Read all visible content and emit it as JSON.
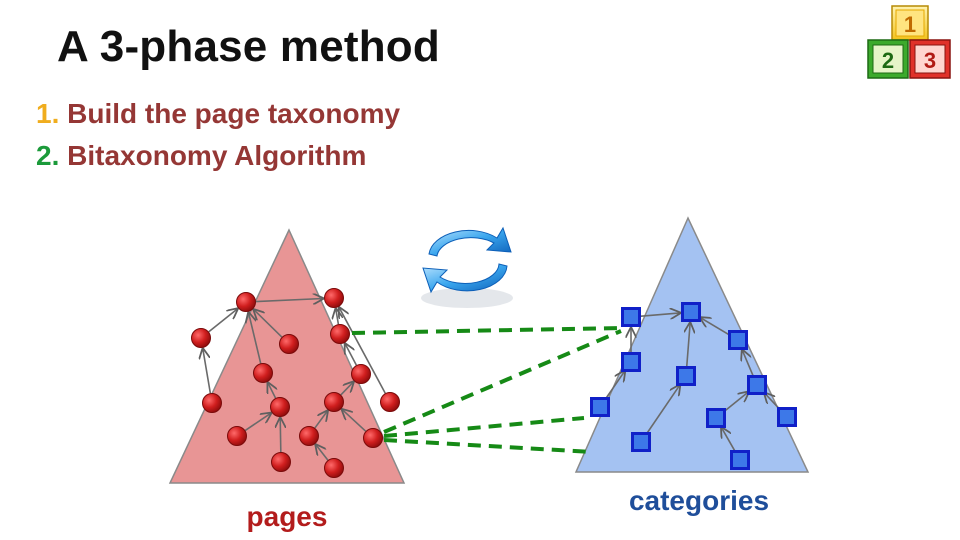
{
  "slide": {
    "title": "A 3-phase method",
    "items": [
      {
        "number": "1.",
        "text": "Build the page taxonomy",
        "number_color": "#f0ad1e"
      },
      {
        "number": "2.",
        "text": "Bitaxonomy Algorithm",
        "number_color": "#1b9a3a"
      }
    ]
  },
  "diagram": {
    "pages_label": "pages",
    "categories_label": "categories",
    "colors": {
      "pages_triangle": "#e89595",
      "page_node": "#d01e1e",
      "categories_triangle": "#a4c2f2",
      "category_node_fill": "#3d78e8",
      "category_node_border": "#1020c8",
      "link_dashed": "#168a16",
      "title_text": "#953735"
    },
    "icons": {
      "cycle": "refresh-cycle-arrows-icon",
      "blocks": "numbered-blocks-123-icon"
    },
    "blocks_digits": [
      "1",
      "2",
      "3"
    ]
  }
}
